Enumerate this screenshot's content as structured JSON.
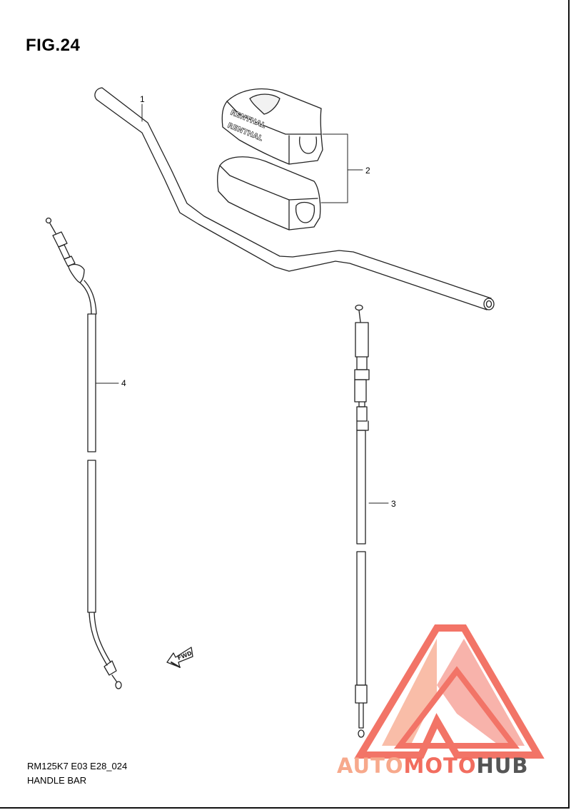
{
  "figure": {
    "title": "FIG.24"
  },
  "footer": {
    "model_code": "RM125K7 E03 E28_024",
    "part_group": "HANDLE BAR"
  },
  "callouts": [
    "1",
    "2",
    "3",
    "4"
  ],
  "pad_text": {
    "line1": "RENTHAL",
    "line2": "RENTHAL"
  },
  "direction_label": "FWD",
  "watermark": {
    "part1": "AUTO",
    "part2": "MOTO",
    "part3": "HUB"
  },
  "colors": {
    "line": "#222222",
    "watermark_light": "#f7a98c",
    "watermark_red": "#f26d5f",
    "watermark_gray": "#555555"
  }
}
